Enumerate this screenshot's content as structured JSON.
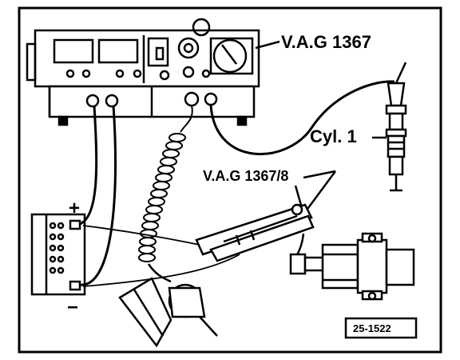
{
  "labels": {
    "tester": "V.A.G 1367",
    "adapter": "V.A.G 1367/8",
    "cylinder": "Cyl. 1",
    "battery_plus": "+",
    "battery_minus": "−",
    "figure_id": "25-1522"
  },
  "colors": {
    "ink": "#000000",
    "paper": "#ffffff"
  },
  "icons": [
    "engine-tester-icon",
    "spark-plug-icon",
    "inductive-clamp-icon",
    "battery-icon",
    "ignition-coil-icon",
    "distributor-icon"
  ]
}
